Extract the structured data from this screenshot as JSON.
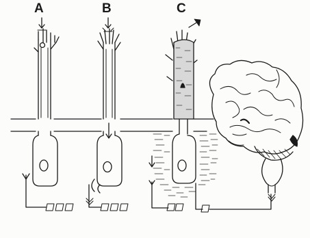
{
  "labels": {
    "a": "A",
    "b": "B",
    "c": "C"
  },
  "colors": {
    "ink": "#1a1a1a",
    "paper": "#fcfcfa"
  }
}
